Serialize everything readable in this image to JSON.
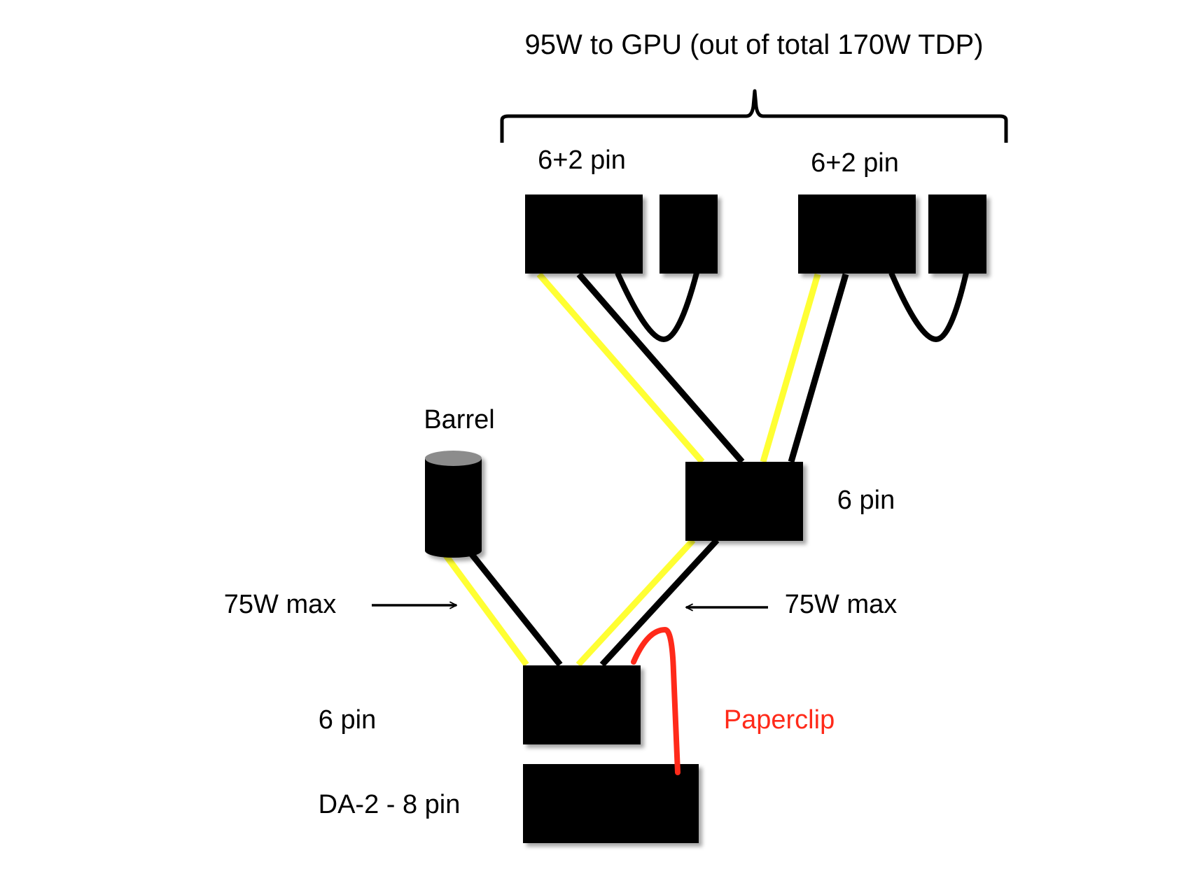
{
  "title": "95W to GPU (out of total 170W TDP)",
  "labels": {
    "top_left_connector": "6+2 pin",
    "top_right_connector": "6+2 pin",
    "barrel": "Barrel",
    "middle_connector": "6 pin",
    "left_power": "75W max",
    "right_power": "75W max",
    "bottom_connector": "6 pin",
    "da2_connector": "DA-2 - 8 pin",
    "paperclip": "Paperclip"
  },
  "colors": {
    "connector": "#000000",
    "wire_positive": "#ffff33",
    "wire_ground": "#000000",
    "paperclip": "#ff2a1a",
    "barrel_top": "#8c8c8c",
    "background": "#ffffff"
  }
}
